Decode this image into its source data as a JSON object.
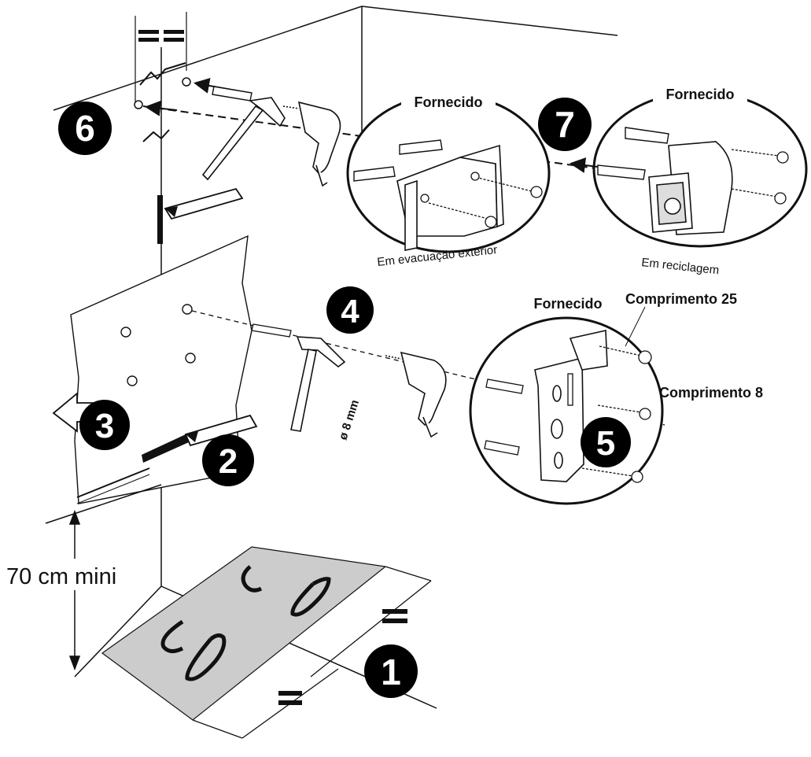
{
  "labels": {
    "supplied_7_left": "Fornecido",
    "supplied_7_right": "Fornecido",
    "supplied_5": "Fornecido",
    "length_25": "Comprimento 25",
    "length_8": "Comprimento 8",
    "drill_diameter": "ø 8 mm",
    "min_height": "70 cm mini",
    "mode_exterior": "Em evacuação exterior",
    "mode_recycling": "Em reciclagem",
    "equal_top": "= =",
    "equal_floor_right": "=",
    "equal_floor_front": "="
  },
  "steps": [
    "1",
    "2",
    "3",
    "4",
    "5",
    "6",
    "7"
  ],
  "colors": {
    "line": "#111111",
    "template_fill": "#cccccc",
    "badge_fill": "#000000",
    "badge_text": "#ffffff",
    "background": "#ffffff"
  }
}
